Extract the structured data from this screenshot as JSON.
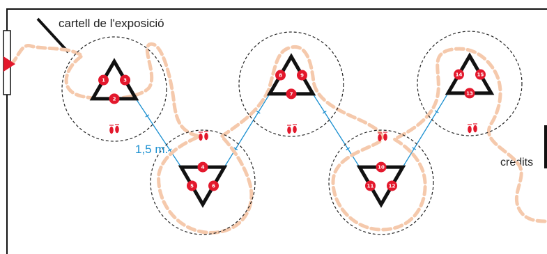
{
  "labels": {
    "poster": "cartell de l'exposició",
    "credits": "crèdits",
    "distance": "1,5 m."
  },
  "colors": {
    "wall": "#111111",
    "path": "#f5c9ac",
    "marker": "#e3182c",
    "connector": "#1a8fd0",
    "circle": "#222222"
  },
  "icons": {
    "entrance": "entrance-arrow-icon",
    "footprints": "footprints-icon"
  },
  "stations": [
    {
      "group": 1,
      "orientation": "up",
      "markers": [
        "1",
        "3",
        "2"
      ]
    },
    {
      "group": 2,
      "orientation": "down",
      "markers": [
        "4",
        "5",
        "6"
      ]
    },
    {
      "group": 3,
      "orientation": "up",
      "markers": [
        "8",
        "9",
        "7"
      ]
    },
    {
      "group": 4,
      "orientation": "down",
      "markers": [
        "10",
        "11",
        "12"
      ]
    },
    {
      "group": 5,
      "orientation": "up",
      "markers": [
        "14",
        "15",
        "13"
      ]
    }
  ]
}
